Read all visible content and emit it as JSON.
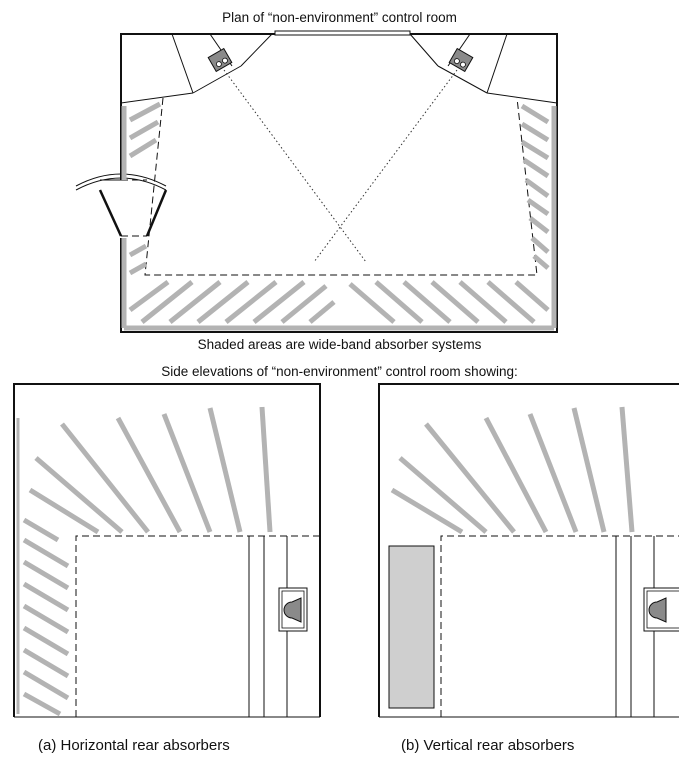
{
  "plan": {
    "title": "Plan of “non-environment” control room",
    "caption": "Shaded areas are wide-band absorber systems"
  },
  "elevations": {
    "heading": "Side elevations of “non-environment” control room showing:",
    "a_label": "(a) Horizontal rear absorbers",
    "b_label": "(b) Vertical rear absorbers"
  },
  "colors": {
    "absorber": "#b3b3b3",
    "line": "#111111",
    "speaker": "#8a8a8a"
  }
}
